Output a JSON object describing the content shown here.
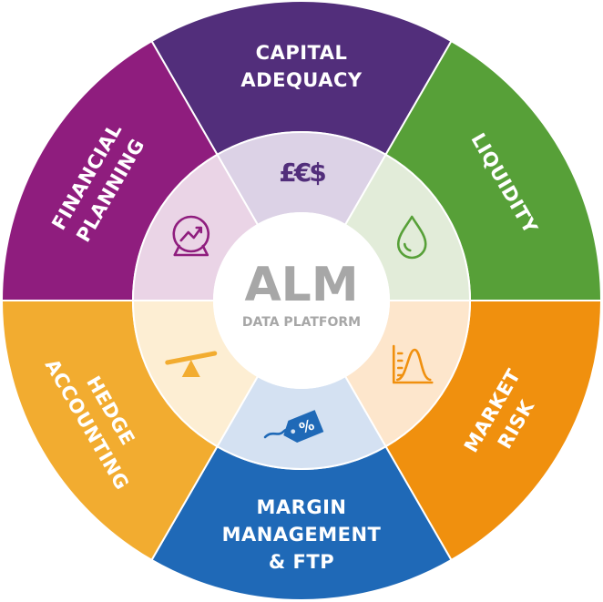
{
  "center": {
    "title": "ALM",
    "subtitle": "DATA PLATFORM"
  },
  "segments": [
    {
      "id": "capital-adequacy",
      "lines": [
        "CAPITAL",
        "ADEQUACY"
      ],
      "color": "#522e7b",
      "inner_color": "#dcd2e6",
      "icon": "currency-icon",
      "icon_text": "£€$"
    },
    {
      "id": "liquidity",
      "lines": [
        "LIQUIDITY"
      ],
      "color": "#57a038",
      "inner_color": "#e2ecd9",
      "icon": "droplet-icon"
    },
    {
      "id": "market-risk",
      "lines": [
        "MARKET",
        "RISK"
      ],
      "color": "#f0900e",
      "inner_color": "#fde6cc",
      "icon": "bell-curve-icon"
    },
    {
      "id": "margin-management-ftp",
      "lines": [
        "MARGIN",
        "MANAGEMENT",
        "& FTP"
      ],
      "color": "#1f69b7",
      "inner_color": "#d4e1f2",
      "icon": "percent-tag-icon",
      "icon_text": "%"
    },
    {
      "id": "hedge-accounting",
      "lines": [
        "HEDGE",
        "ACCOUNTING"
      ],
      "color": "#f2ac30",
      "inner_color": "#fdeed3",
      "icon": "seesaw-icon"
    },
    {
      "id": "financial-planning",
      "lines": [
        "FINANCIAL",
        "PLANNING"
      ],
      "color": "#8f1d7e",
      "inner_color": "#ead4e6",
      "icon": "crystal-ball-chart-icon"
    }
  ]
}
